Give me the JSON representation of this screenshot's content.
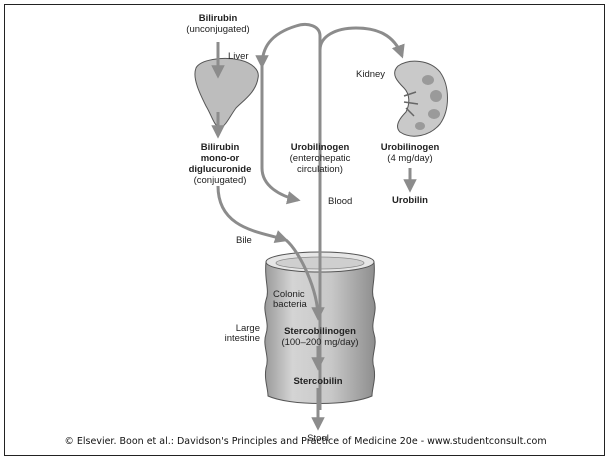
{
  "labels": {
    "bilirubin_unconj_title": "Bilirubin",
    "bilirubin_unconj_sub": "(unconjugated)",
    "liver": "Liver",
    "kidney": "Kidney",
    "bilirubin_conj_line1": "Bilirubin",
    "bilirubin_conj_line2": "mono-or",
    "bilirubin_conj_line3": "diglucuronide",
    "bilirubin_conj_line4": "(conjugated)",
    "urobilinogen_circ_title": "Urobilinogen",
    "urobilinogen_circ_sub1": "(enterohepatic",
    "urobilinogen_circ_sub2": "circulation)",
    "urobilinogen_kidney_title": "Urobilinogen",
    "urobilinogen_kidney_sub": "(4 mg/day)",
    "urobilin": "Urobilin",
    "blood": "Blood",
    "bile": "Bile",
    "colonic_line1": "Colonic",
    "colonic_line2": "bacteria",
    "large_line1": "Large",
    "large_line2": "intestine",
    "stercobilinogen_title": "Stercobilinogen",
    "stercobilinogen_sub": "(100–200 mg/day)",
    "stercobilin": "Stercobilin",
    "stool": "Stool"
  },
  "credit": "© Elsevier. Boon et al.: Davidson's Principles and Practice of Medicine 20e - www.studentconsult.com",
  "colors": {
    "arrow": "#8c8c8c",
    "organ_fill": "#bdbdbd",
    "organ_stroke": "#555555",
    "text": "#222222"
  }
}
